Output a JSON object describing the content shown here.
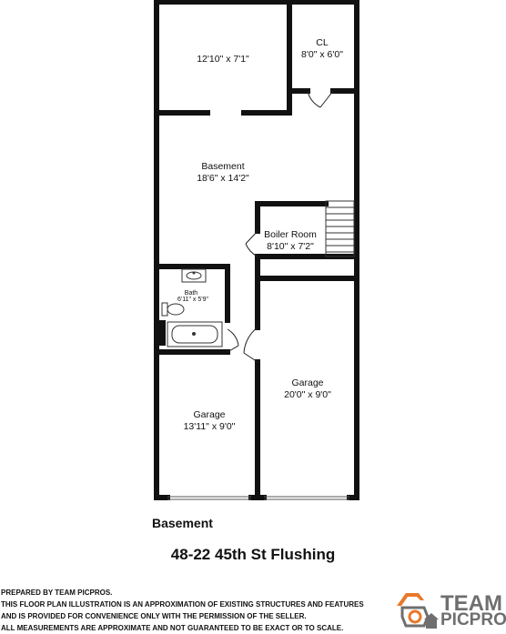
{
  "rooms": {
    "top_room": {
      "dims": "12'10\" x 7'1\""
    },
    "closet": {
      "name": "CL",
      "dims": "8'0\" x 6'0\""
    },
    "basement": {
      "name": "Basement",
      "dims": "18'6\" x 14'2\""
    },
    "boiler_room": {
      "name": "Boiler Room",
      "dims": "8'10\" x 7'2\""
    },
    "bath": {
      "name": "Bath",
      "dims": "6'11\" x 5'9\""
    },
    "garage_right": {
      "name": "Garage",
      "dims": "20'0\" x 9'0\""
    },
    "garage_left": {
      "name": "Garage",
      "dims": "13'11\" x 9'0\""
    }
  },
  "level_label": "Basement",
  "address": "48-22 45th St Flushing",
  "disclaimer": [
    "PREPARED BY TEAM PICPROS.",
    "THIS FLOOR PLAN ILLUSTRATION IS AN APPROXIMATION OF EXISTING STRUCTURES AND FEATURES",
    "AND IS PROVIDED FOR CONVENIENCE ONLY WITH THE PERMISSION OF THE SELLER.",
    "ALL MEASUREMENTS ARE APPROXIMATE AND NOT GUARANTEED TO BE EXACT OR TO SCALE."
  ],
  "logo": {
    "line1": "TEAM",
    "line2": "PICPROS",
    "accent_color": "#e8792b",
    "text_color": "#6f6f6f"
  },
  "colors": {
    "wall": "#111111",
    "outline": "#333333"
  }
}
